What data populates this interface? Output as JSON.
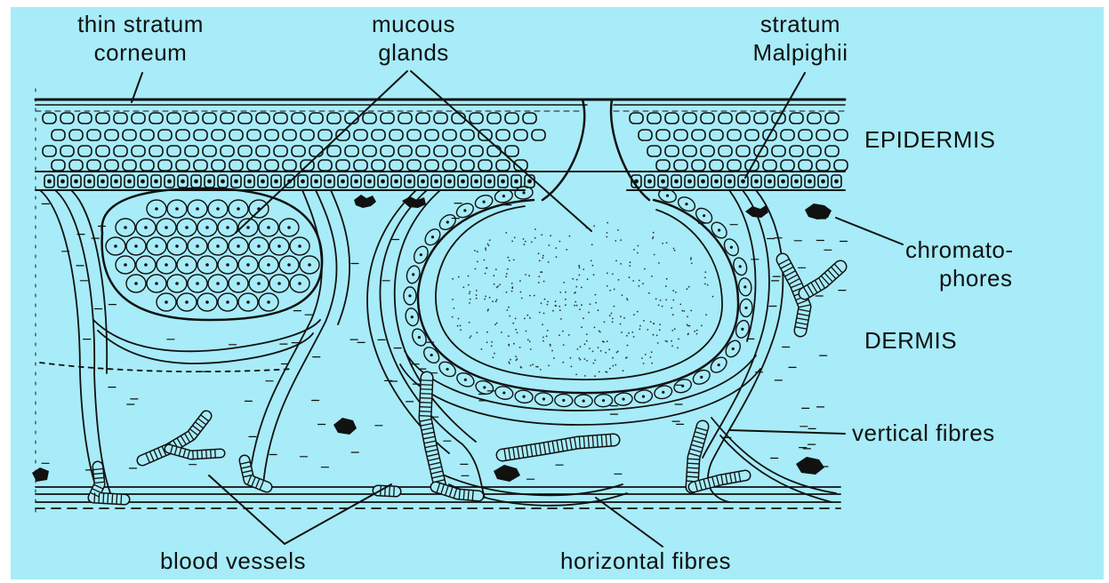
{
  "colors": {
    "background": "#a7ecf8",
    "ink": "#111111"
  },
  "labels": {
    "thin_stratum_corneum": [
      "thin stratum",
      "corneum"
    ],
    "mucous_glands": [
      "mucous",
      "glands"
    ],
    "stratum_malpighii": [
      "stratum",
      "Malpighii"
    ],
    "epidermis": "EPIDERMIS",
    "chromatophores": [
      "chromato-",
      "phores"
    ],
    "dermis": "DERMIS",
    "vertical_fibres": "vertical fibres",
    "blood_vessels": "blood vessels",
    "horizontal_fibres": "horizontal fibres"
  }
}
